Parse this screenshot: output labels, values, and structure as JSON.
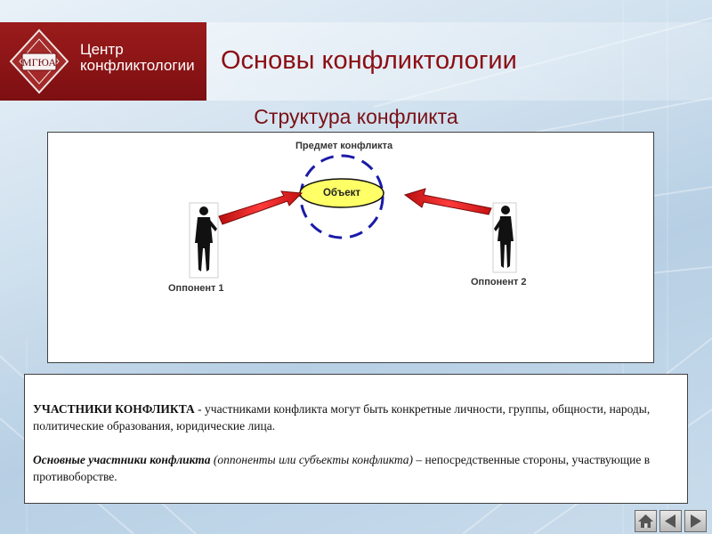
{
  "header": {
    "logo_line1": "Центр",
    "logo_line2": "конфликтологии",
    "emblem_text": "МГЮА",
    "title": "Основы конфликтологии"
  },
  "subtitle": "Структура конфликта",
  "diagram": {
    "subject_label": "Предмет конфликта",
    "object_label": "Объект",
    "opponent1_label": "Оппонент 1",
    "opponent2_label": "Оппонент 2"
  },
  "text": {
    "p1_term": "УЧАСТНИКИ КОНФЛИКТА",
    "p1_rest": " - участниками конфликта могут быть конкретные личности, группы, общности, народы, политические образования, юридические лица.",
    "p2_term": "Основные участники конфликта",
    "p2_paren": " (оппоненты или субъекты конфликта)",
    "p2_rest": " – непосредственные стороны, участвующие в противоборстве."
  },
  "nav": {
    "home": "home-icon",
    "prev": "arrow-left-icon",
    "next": "arrow-right-icon"
  },
  "colors": {
    "brand": "#8b0e14",
    "object_fill": "#ffff66",
    "dashed_circle": "#1a1aa8",
    "arrow": "#e01b1b"
  }
}
